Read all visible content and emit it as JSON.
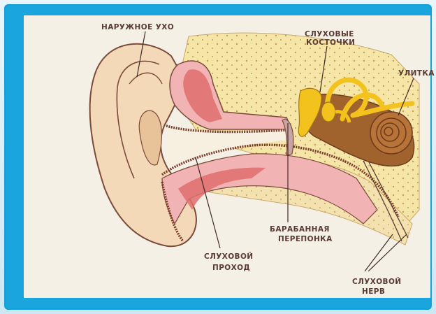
{
  "diagram": {
    "labels": {
      "outer_ear": "НАРУЖНОЕ УХО",
      "ossicles_line1": "СЛУХОВЫЕ",
      "ossicles_line2": "КОСТОЧКИ",
      "cochlea": "УЛИТКА",
      "eardrum_line1": "БАРАБАННАЯ",
      "eardrum_line2": "ПЕРЕПОНКА",
      "canal_line1": "СЛУХОВОЙ",
      "canal_line2": "ПРОХОД",
      "nerve_line1": "СЛУХОВОЙ",
      "nerve_line2": "НЕРВ"
    },
    "colors": {
      "frame": "#1aa5de",
      "paper": "#f4f0e6",
      "skin": "#f3d9b8",
      "bone": "#f5e6a8",
      "tissue": "#e98a8a",
      "bony_labyrinth": "#a0632e",
      "ossicles": "#f4c21c",
      "outline": "#5a3b34"
    }
  }
}
